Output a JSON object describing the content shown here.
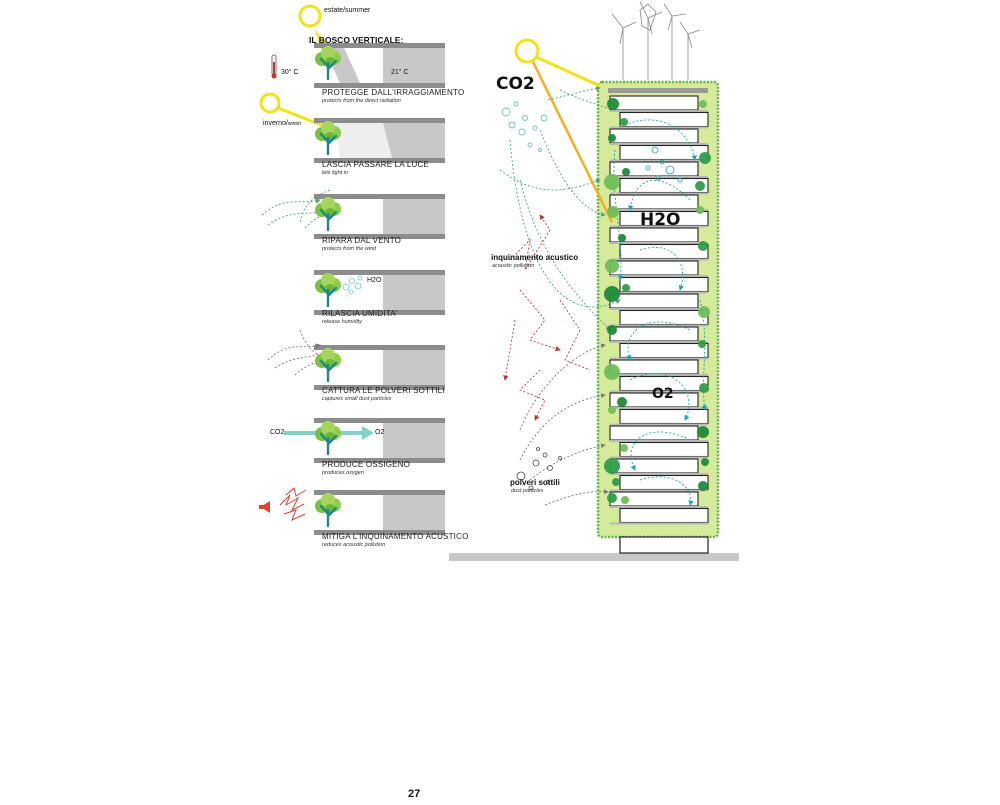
{
  "left_panel": {
    "heading": "IL BOSCO VERTICALE:",
    "summer_label": "estate/summer",
    "winter_label_it": "inverno/",
    "winter_label_en": "winter",
    "temp_outside": "30° C",
    "temp_inside": "21° C",
    "h2o_small": "H2O",
    "co2_small": "CO2",
    "o2_small": "O2",
    "items": [
      {
        "it": "PROTEGGE DALL'IRRAGGIAMENTO",
        "en": "protects from the direct radiation"
      },
      {
        "it": "LASCIA PASSARE LA LUCE",
        "en": "lets light in"
      },
      {
        "it": "RIPARA  DAL VENTO",
        "en": "protects from the wind"
      },
      {
        "it": "RILASCIA UMIDITA'",
        "en": "release humidity"
      },
      {
        "it": "CATTURA LE POLVERI SOTTILI",
        "en": "captures small dust particles"
      },
      {
        "it": "PRODUCE OSSIGENO",
        "en": "produces oxygen"
      },
      {
        "it": "MITIGA L'INQUINAMENTO ACUSTICO",
        "en": "reduces acoustic pollution"
      }
    ]
  },
  "right_panel": {
    "co2": "CO2",
    "h2o": "H2O",
    "o2": "O2",
    "noise_it": "inquinamento acustico",
    "noise_en": "acoustic pollution",
    "dust_it": "polveri sottili",
    "dust_en": "dust particles"
  },
  "page_number": "27",
  "colors": {
    "sun": "#f2e21a",
    "tree_green": "#7cc242",
    "trunk": "#1b8a82",
    "facade_green": "#d5eb9a",
    "dark_green": "#1f8a3a",
    "cyan": "#1aa5b0",
    "noise_red": "#b53a3a",
    "wall_grey": "#c8c8c8",
    "floor_grey": "#8c8c8c",
    "orange": "#f0a020"
  }
}
